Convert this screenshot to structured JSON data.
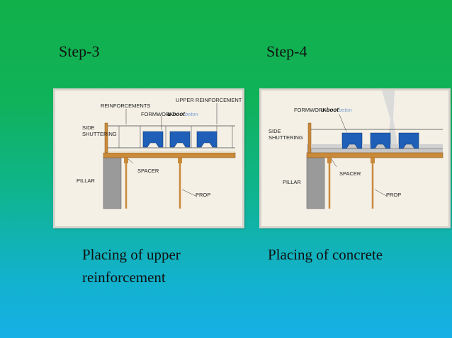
{
  "steps": [
    {
      "title": "Step-3",
      "caption_line1": "Placing of upper",
      "caption_line2": "reinforcement",
      "labels": {
        "reinforcements": "REINFORCEMENTS",
        "upper_reinforcement": "UPPER REINFORCEMENT",
        "formwork": "FORMWORK",
        "brand_bold": "u-boot",
        "brand_light": "beton",
        "side": "SIDE",
        "shuttering": "SHUTTERING",
        "spacer": "SPACER",
        "pillar": "PILLAR",
        "prop": "PROP"
      }
    },
    {
      "title": "Step-4",
      "caption_line1": "Placing of concrete",
      "labels": {
        "formwork": "FORMWORK",
        "brand_bold": "u-boot",
        "brand_light": "beton",
        "side": "SIDE",
        "shuttering": "SHUTTERING",
        "spacer": "SPACER",
        "pillar": "PILLAR",
        "prop": "PROP"
      }
    }
  ],
  "colors": {
    "background_top": "#12b04a",
    "background_bottom": "#16b0e6",
    "module_blue": "#1f5fb8",
    "formwork_brown": "#c98a3a",
    "pillar_gray": "#9a9a9a",
    "concrete_gray": "#c7c7c7"
  }
}
